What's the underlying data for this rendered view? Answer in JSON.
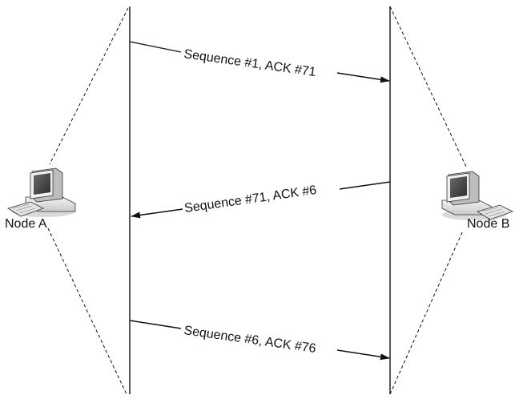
{
  "nodes": {
    "a": {
      "label": "Node A"
    },
    "b": {
      "label": "Node B"
    }
  },
  "messages": [
    {
      "text": "Sequence #1, ACK #71",
      "direction": "A to B"
    },
    {
      "text": "Sequence #71, ACK #6",
      "direction": "B to A"
    },
    {
      "text": "Sequence #6, ACK #76",
      "direction": "A to B"
    }
  ],
  "colors": {
    "line": "#111111",
    "monitor_body": "#e6e6e6",
    "screen_dark": "#4a4a4a"
  },
  "icons": [
    "computer-icon",
    "computer-icon"
  ]
}
